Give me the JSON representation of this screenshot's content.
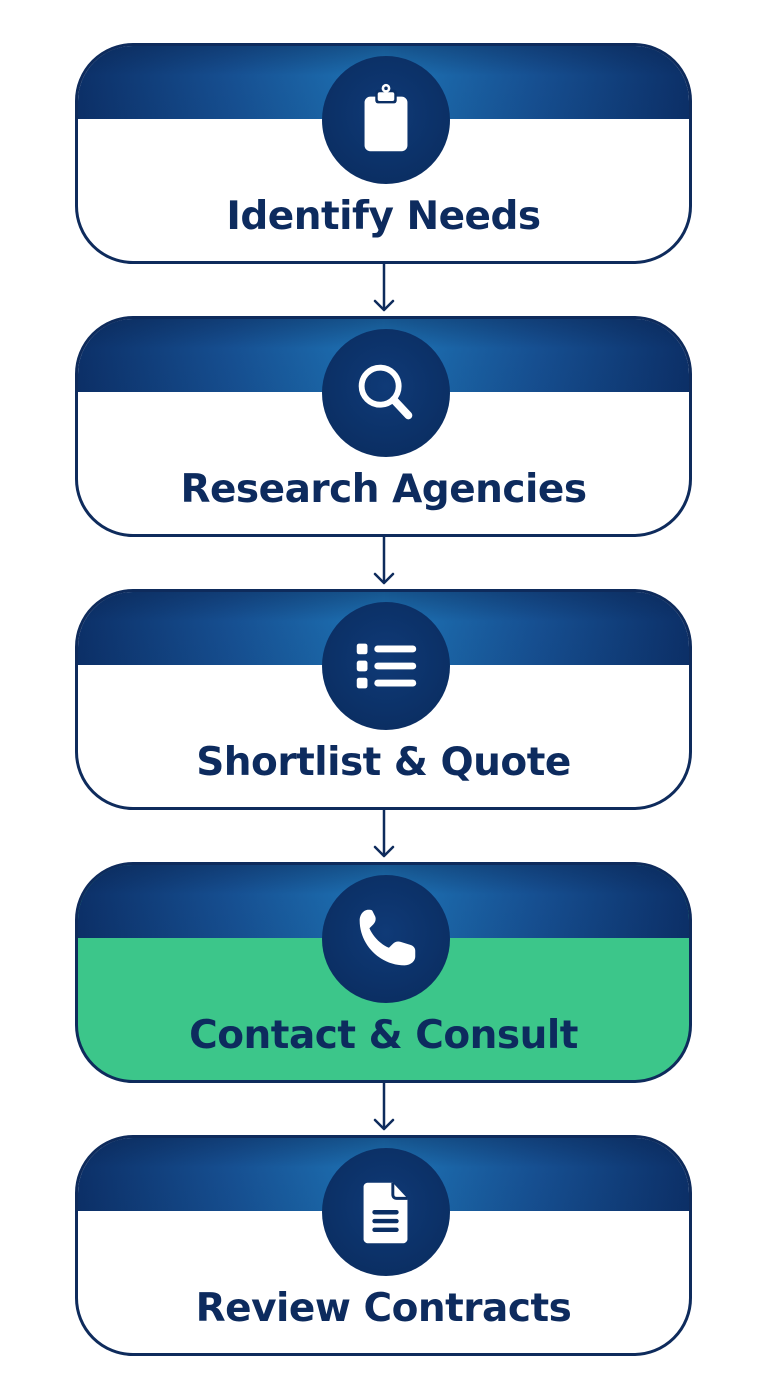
{
  "diagram": {
    "type": "vertical-flowchart",
    "colors": {
      "header_dark": "#0c3068",
      "header_light": "#1e74b6",
      "icon_circle": "#0b2f64",
      "border": "#0e2b5c",
      "text": "#0d2b5e",
      "body_default": "#ffffff",
      "body_highlight": "#3cc68a",
      "arrow": "#0e2b5c"
    },
    "steps": [
      {
        "label": "Identify Needs",
        "icon": "clipboard-icon",
        "highlighted": false
      },
      {
        "label": "Research Agencies",
        "icon": "search-icon",
        "highlighted": false
      },
      {
        "label": "Shortlist & Quote",
        "icon": "list-icon",
        "highlighted": false
      },
      {
        "label": "Contact & Consult",
        "icon": "phone-icon",
        "highlighted": true
      },
      {
        "label": "Review Contracts",
        "icon": "document-icon",
        "highlighted": false
      }
    ],
    "connectors": [
      {
        "from": 0,
        "to": 1,
        "icon": "arrow-down-icon"
      },
      {
        "from": 1,
        "to": 2,
        "icon": "arrow-down-icon"
      },
      {
        "from": 2,
        "to": 3,
        "icon": "arrow-down-icon"
      },
      {
        "from": 3,
        "to": 4,
        "icon": "arrow-down-icon"
      }
    ]
  }
}
